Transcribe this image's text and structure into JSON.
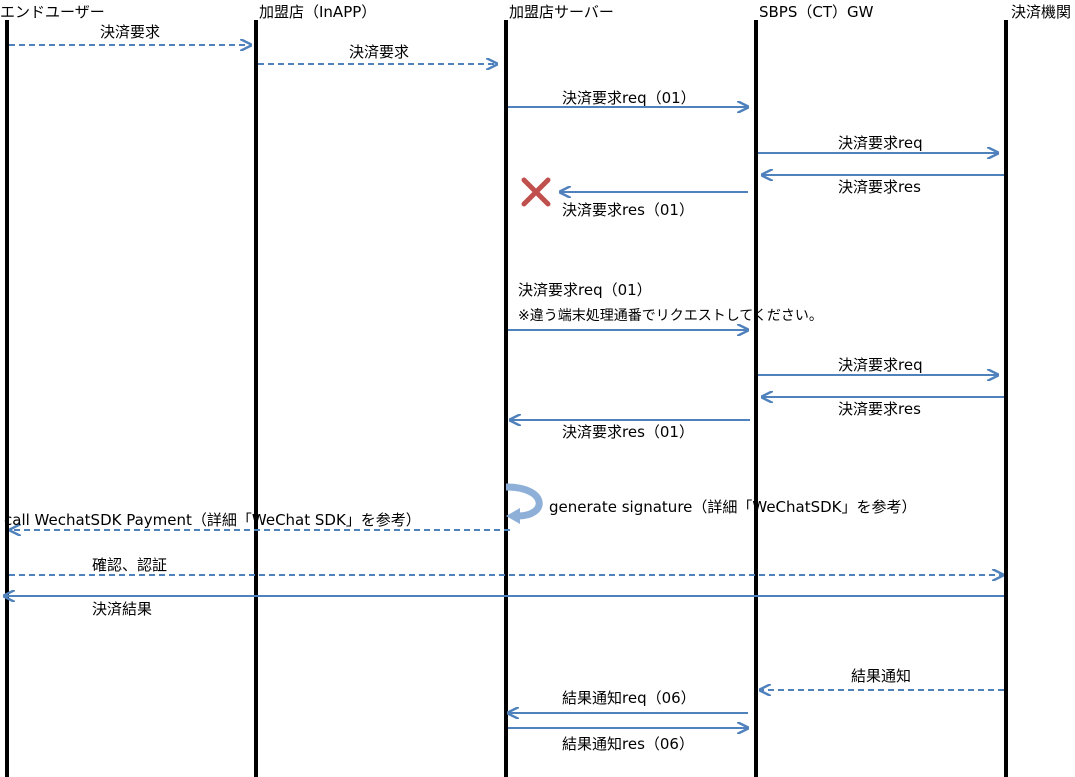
{
  "lanes": {
    "end_user": "エンドユーザー",
    "merchant_app": "加盟店（InAPP）",
    "merchant_server": "加盟店サーバー",
    "gateway": "SBPS（CT）GW",
    "payment_institution": "決済機関"
  },
  "messages": {
    "m1": "決済要求",
    "m2": "決済要求",
    "m3": "決済要求req（01）",
    "m4": "決済要求req",
    "m5": "決済要求res",
    "m6": "決済要求res（01）",
    "m7_line1": "決済要求req（01）",
    "m7_line2": "※違う端末処理通番でリクエストしてください。",
    "m8": "決済要求req",
    "m9": "決済要求res",
    "m10": "決済要求res（01）",
    "m11": "generate signature（詳細「WeChatSDK」を参考）",
    "m12": "call WechatSDK Payment（詳細「WeChat SDK」を参考）",
    "m13": "確認、認証",
    "m14": "決済結果",
    "m15": "結果通知",
    "m16": "結果通知req（06）",
    "m17": "結果通知res（06）"
  },
  "colors": {
    "arrow": "#4f81bd",
    "lifeline": "#000000",
    "error_mark": "#c0504d",
    "self_loop": "#8eb0d8"
  },
  "icons": {
    "error": "x-mark-icon"
  }
}
